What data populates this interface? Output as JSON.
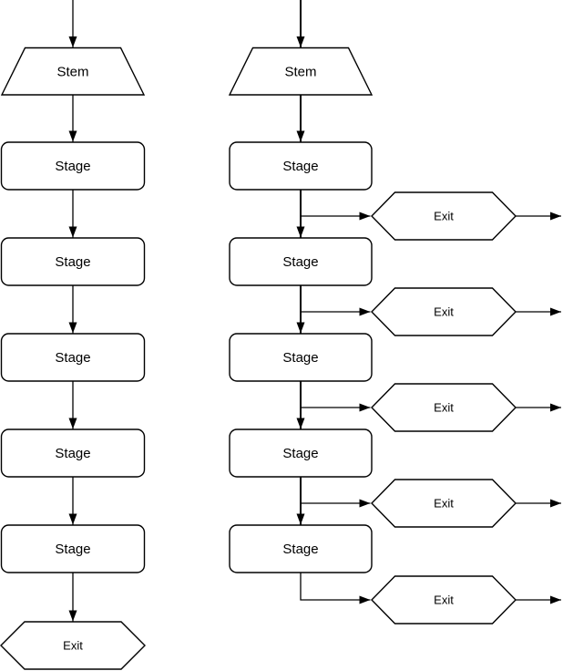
{
  "colors": {
    "background": "#ffffff",
    "stroke": "#000000",
    "shape_fill": "#ffffff"
  },
  "left_flow": {
    "stem": "Stem",
    "stages": [
      "Stage",
      "Stage",
      "Stage",
      "Stage",
      "Stage"
    ],
    "exit": "Exit"
  },
  "right_flow": {
    "stem": "Stem",
    "stages": [
      "Stage",
      "Stage",
      "Stage",
      "Stage",
      "Stage"
    ],
    "exits": [
      "Exit",
      "Exit",
      "Exit",
      "Exit",
      "Exit"
    ]
  }
}
